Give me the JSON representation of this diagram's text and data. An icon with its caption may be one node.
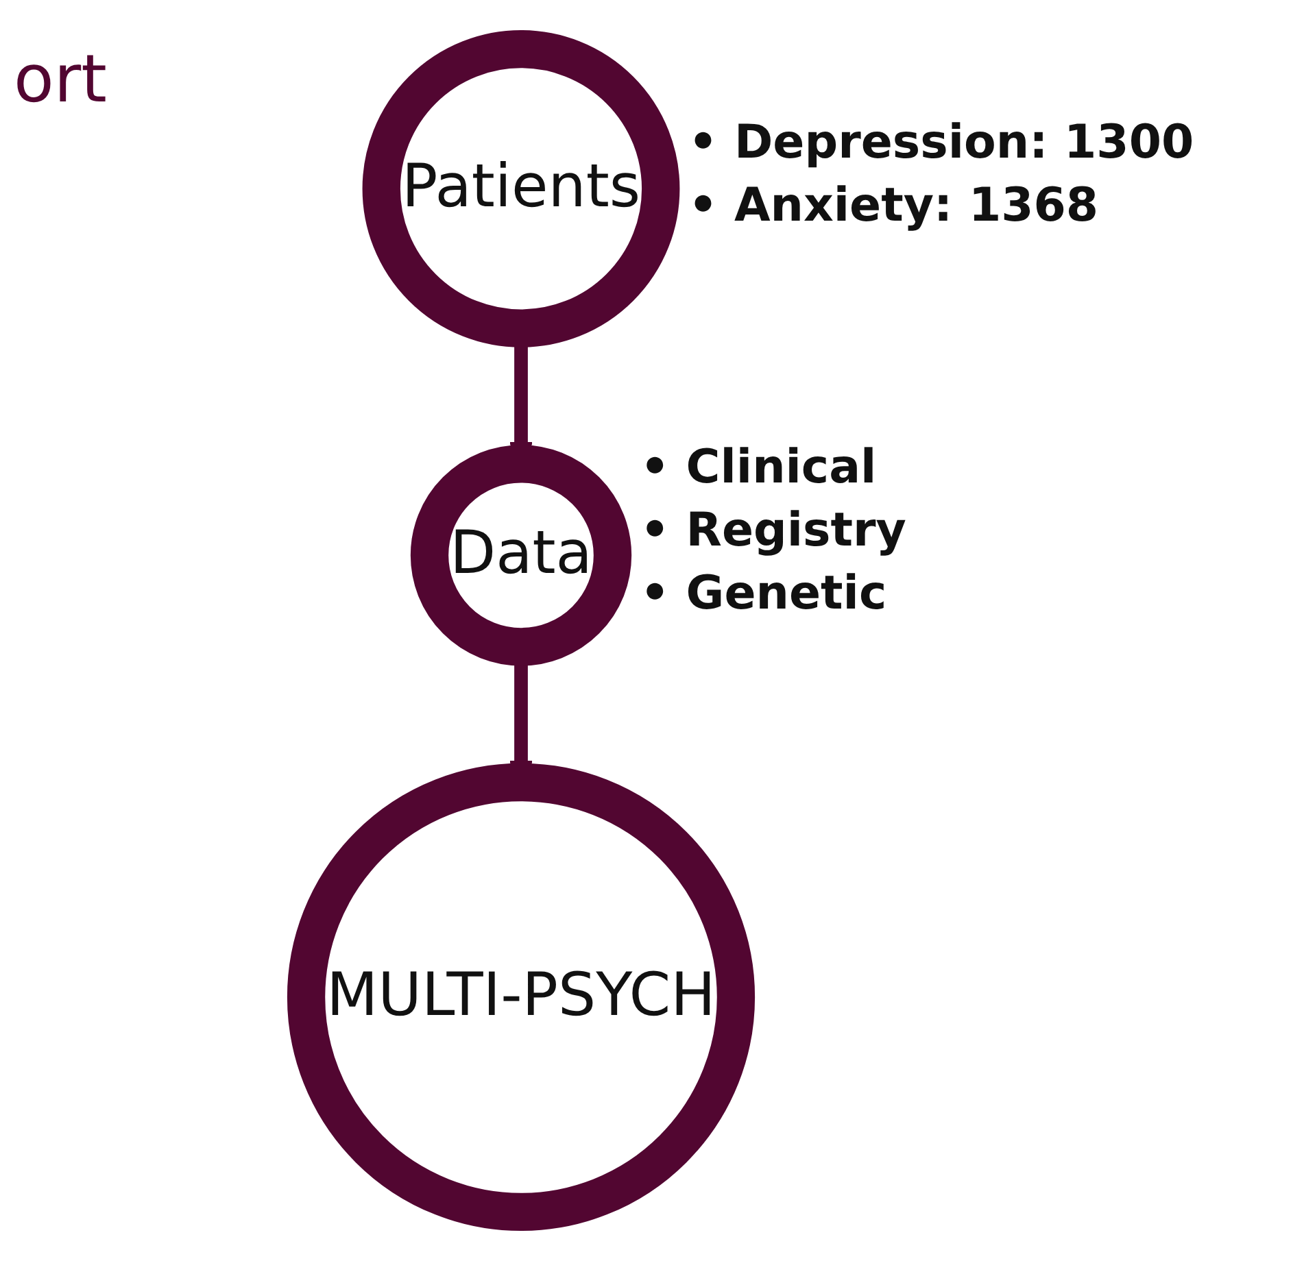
{
  "diagram": {
    "nodes": [
      {
        "text": [
          "Patients"
        ],
        "beside": [
          "• Depression: 1300",
          "• Anxiety: 1368"
        ]
      },
      {
        "text": [
          "Data"
        ],
        "beside": [
          "• Clinical",
          "• Registry",
          "• Genetic"
        ]
      },
      {
        "text": [
          "MULTI-PSYCH"
        ]
      }
    ],
    "edges": [
      {
        "from": 0,
        "to": 1,
        "arrow": "to"
      },
      {
        "from": 1,
        "to": 2,
        "arrow": "to"
      }
    ],
    "labels": [
      "ort"
    ]
  }
}
